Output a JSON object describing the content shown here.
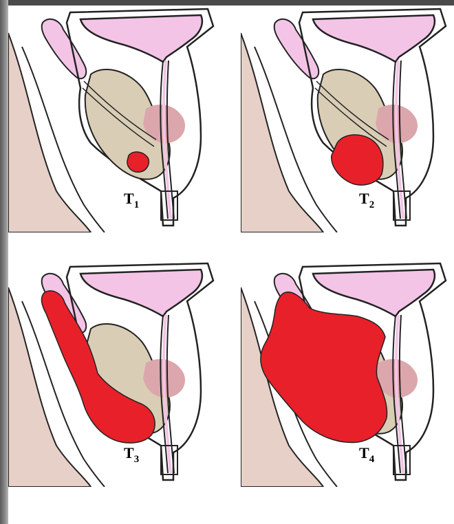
{
  "colors": {
    "bladder": "#f3c4e6",
    "seminal_vesicle": "#f3c4e6",
    "prostate": "#d9cdb6",
    "rectum_wall": "#e6d0c7",
    "central_zone": "#dba7ac",
    "tumor": "#e8202a",
    "outline": "#222222"
  },
  "stages": [
    {
      "letter": "T",
      "subscript": "1"
    },
    {
      "letter": "T",
      "subscript": "2"
    },
    {
      "letter": "T",
      "subscript": "3"
    },
    {
      "letter": "T",
      "subscript": "4"
    }
  ]
}
